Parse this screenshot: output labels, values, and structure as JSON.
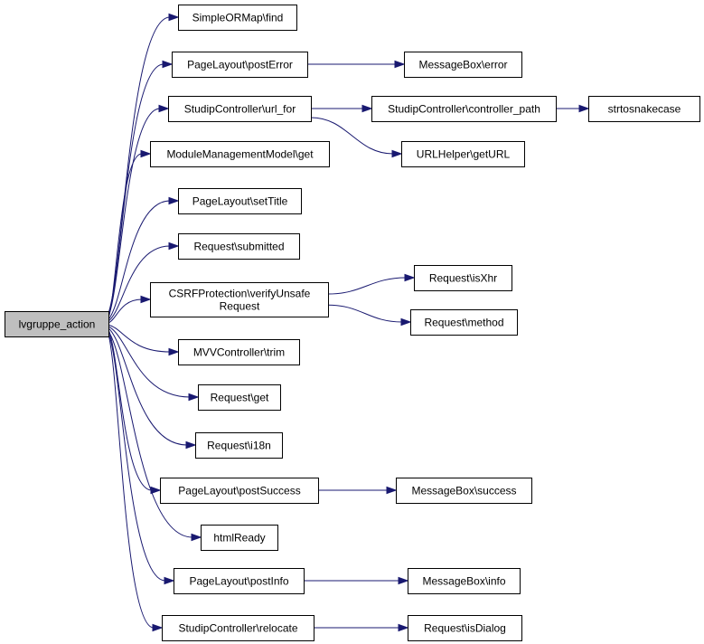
{
  "graph": {
    "root": "lvgruppe_action",
    "nodes": [
      {
        "id": "root",
        "lines": [
          "lvgruppe_action"
        ],
        "root": true
      },
      {
        "id": "find",
        "lines": [
          "SimpleORMap\\find"
        ]
      },
      {
        "id": "postError",
        "lines": [
          "PageLayout\\postError"
        ]
      },
      {
        "id": "msgError",
        "lines": [
          "MessageBox\\error"
        ]
      },
      {
        "id": "urlFor",
        "lines": [
          "StudipController\\url_for"
        ]
      },
      {
        "id": "ctrlPath",
        "lines": [
          "StudipController\\controller_path"
        ]
      },
      {
        "id": "snake",
        "lines": [
          "strtosnakecase"
        ]
      },
      {
        "id": "getURL",
        "lines": [
          "URLHelper\\getURL"
        ]
      },
      {
        "id": "mmGet",
        "lines": [
          "ModuleManagementModel\\get"
        ]
      },
      {
        "id": "setTitle",
        "lines": [
          "PageLayout\\setTitle"
        ]
      },
      {
        "id": "submitted",
        "lines": [
          "Request\\submitted"
        ]
      },
      {
        "id": "csrf",
        "lines": [
          "CSRFProtection\\verifyUnsafe",
          "Request"
        ]
      },
      {
        "id": "isXhr",
        "lines": [
          "Request\\isXhr"
        ]
      },
      {
        "id": "method",
        "lines": [
          "Request\\method"
        ]
      },
      {
        "id": "trim",
        "lines": [
          "MVVController\\trim"
        ]
      },
      {
        "id": "reqGet",
        "lines": [
          "Request\\get"
        ]
      },
      {
        "id": "i18n",
        "lines": [
          "Request\\i18n"
        ]
      },
      {
        "id": "postSuccess",
        "lines": [
          "PageLayout\\postSuccess"
        ]
      },
      {
        "id": "msgSuccess",
        "lines": [
          "MessageBox\\success"
        ]
      },
      {
        "id": "htmlReady",
        "lines": [
          "htmlReady"
        ]
      },
      {
        "id": "postInfo",
        "lines": [
          "PageLayout\\postInfo"
        ]
      },
      {
        "id": "msgInfo",
        "lines": [
          "MessageBox\\info"
        ]
      },
      {
        "id": "relocate",
        "lines": [
          "StudipController\\relocate"
        ]
      },
      {
        "id": "isDialog",
        "lines": [
          "Request\\isDialog"
        ]
      }
    ],
    "edges": [
      {
        "from": "root",
        "to": "find"
      },
      {
        "from": "root",
        "to": "postError"
      },
      {
        "from": "root",
        "to": "urlFor"
      },
      {
        "from": "root",
        "to": "mmGet"
      },
      {
        "from": "root",
        "to": "setTitle"
      },
      {
        "from": "root",
        "to": "submitted"
      },
      {
        "from": "root",
        "to": "csrf"
      },
      {
        "from": "root",
        "to": "trim"
      },
      {
        "from": "root",
        "to": "reqGet"
      },
      {
        "from": "root",
        "to": "i18n"
      },
      {
        "from": "root",
        "to": "postSuccess"
      },
      {
        "from": "root",
        "to": "htmlReady"
      },
      {
        "from": "root",
        "to": "postInfo"
      },
      {
        "from": "root",
        "to": "relocate"
      },
      {
        "from": "postError",
        "to": "msgError"
      },
      {
        "from": "urlFor",
        "to": "ctrlPath"
      },
      {
        "from": "urlFor",
        "to": "getURL"
      },
      {
        "from": "ctrlPath",
        "to": "snake"
      },
      {
        "from": "csrf",
        "to": "isXhr"
      },
      {
        "from": "csrf",
        "to": "method"
      },
      {
        "from": "postSuccess",
        "to": "msgSuccess"
      },
      {
        "from": "postInfo",
        "to": "msgInfo"
      },
      {
        "from": "relocate",
        "to": "isDialog"
      }
    ],
    "colors": {
      "edge": "#191970",
      "root_fill": "#bfbfbf",
      "node_fill": "#ffffff",
      "node_border": "#000000"
    }
  }
}
